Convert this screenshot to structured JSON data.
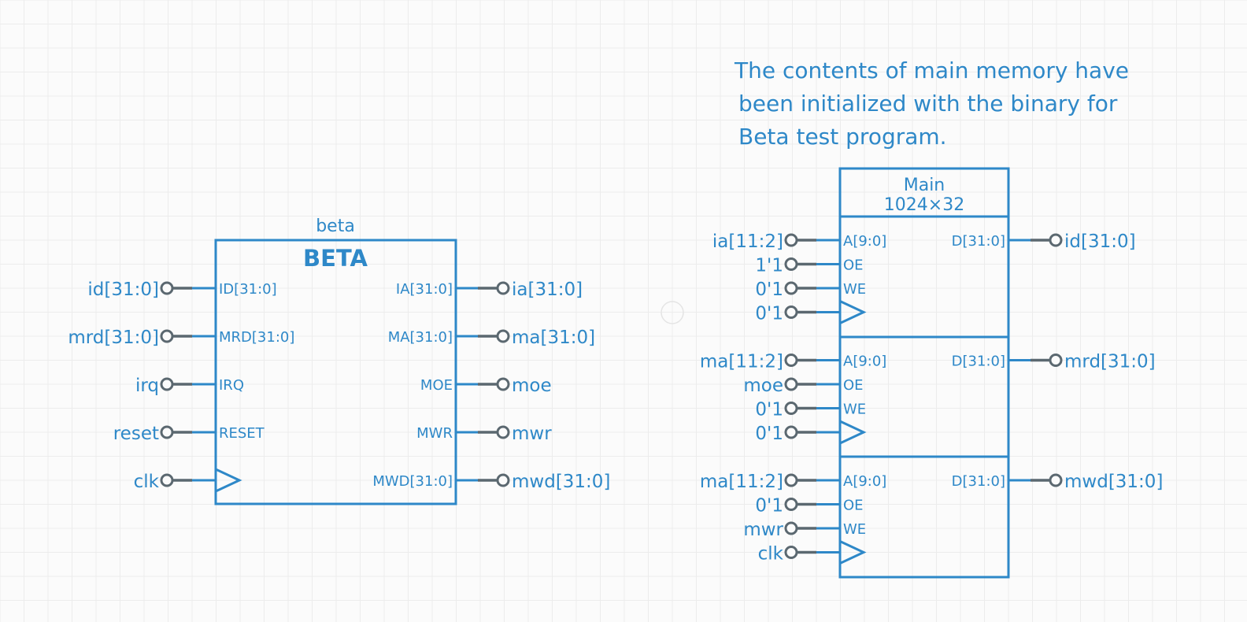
{
  "note": {
    "lines": [
      "The contents of main memory have",
      "been initialized with the binary for",
      "Beta test program."
    ]
  },
  "beta": {
    "instance_label": "beta",
    "title": "BETA",
    "left_ports": [
      {
        "port": "ID[31:0]",
        "net": "id[31:0]"
      },
      {
        "port": "MRD[31:0]",
        "net": "mrd[31:0]"
      },
      {
        "port": "IRQ",
        "net": "irq"
      },
      {
        "port": "RESET",
        "net": "reset"
      },
      {
        "port": "",
        "net": "clk",
        "clock": true
      }
    ],
    "right_ports": [
      {
        "port": "IA[31:0]",
        "net": "ia[31:0]"
      },
      {
        "port": "MA[31:0]",
        "net": "ma[31:0]"
      },
      {
        "port": "MOE",
        "net": "moe"
      },
      {
        "port": "MWR",
        "net": "mwr"
      },
      {
        "port": "MWD[31:0]",
        "net": "mwd[31:0]"
      }
    ]
  },
  "memory": {
    "title": "Main",
    "size": "1024×32",
    "ports": [
      {
        "addr": {
          "port": "A[9:0]",
          "net": "ia[11:2]"
        },
        "oe": {
          "port": "OE",
          "net": "1'1"
        },
        "we": {
          "port": "WE",
          "net": "0'1"
        },
        "clk": {
          "net": "0'1"
        },
        "data": {
          "port": "D[31:0]",
          "net": "id[31:0]"
        }
      },
      {
        "addr": {
          "port": "A[9:0]",
          "net": "ma[11:2]"
        },
        "oe": {
          "port": "OE",
          "net": "moe"
        },
        "we": {
          "port": "WE",
          "net": "0'1"
        },
        "clk": {
          "net": "0'1"
        },
        "data": {
          "port": "D[31:0]",
          "net": "mrd[31:0]"
        }
      },
      {
        "addr": {
          "port": "A[9:0]",
          "net": "ma[11:2]"
        },
        "oe": {
          "port": "OE",
          "net": "0'1"
        },
        "we": {
          "port": "WE",
          "net": "mwr"
        },
        "clk": {
          "net": "clk"
        },
        "data": {
          "port": "D[31:0]",
          "net": "mwd[31:0]"
        }
      }
    ]
  },
  "colors": {
    "accent": "#2e88c8",
    "terminal": "#5b6870",
    "grid": "#ececec",
    "background": "#fbfbfb"
  }
}
